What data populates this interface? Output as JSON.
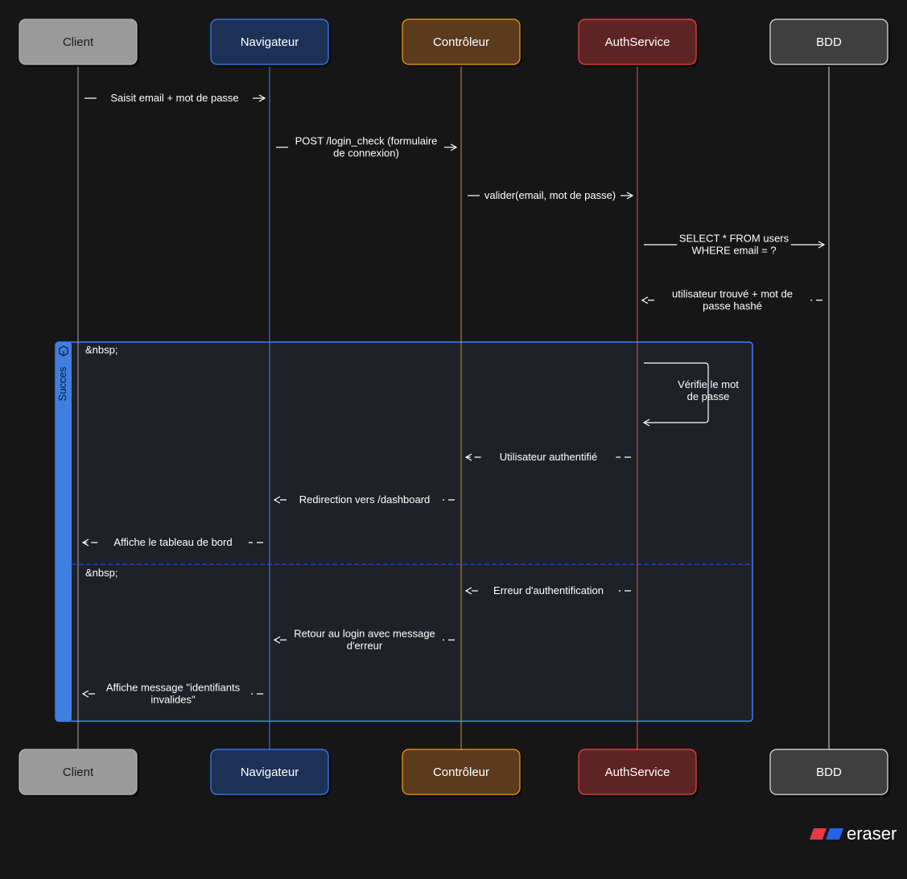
{
  "actors": [
    {
      "name": "Client",
      "fill": "#9a9a9a",
      "stroke": "#b4b4b4",
      "text": "#1d1d1d",
      "line": "#a8a8a8"
    },
    {
      "name": "Navigateur",
      "fill": "#1d3157",
      "stroke": "#3b82f6",
      "text": "#ffffff",
      "line": "#3b82f6"
    },
    {
      "name": "Contrôleur",
      "fill": "#5b3a1e",
      "stroke": "#f59e0b",
      "text": "#ffffff",
      "line": "#d6913a"
    },
    {
      "name": "AuthService",
      "fill": "#5e2423",
      "stroke": "#ef4444",
      "text": "#ffffff",
      "line": "#e25555"
    },
    {
      "name": "BDD",
      "fill": "#3f3f3f",
      "stroke": "#e5e5e5",
      "text": "#ffffff",
      "line": "#dddddd"
    }
  ],
  "messages": [
    {
      "from": 0,
      "to": 1,
      "style": "solid",
      "lines": [
        "Saisit email + mot de passe"
      ]
    },
    {
      "from": 1,
      "to": 2,
      "style": "solid",
      "lines": [
        "POST /login_check (formulaire",
        "de connexion)"
      ]
    },
    {
      "from": 2,
      "to": 3,
      "style": "solid",
      "lines": [
        "valider(email, mot de passe)"
      ]
    },
    {
      "from": 3,
      "to": 4,
      "style": "solid",
      "lines": [
        "SELECT * FROM users",
        "WHERE email = ?"
      ]
    },
    {
      "from": 4,
      "to": 3,
      "style": "dashed",
      "lines": [
        "utilisateur trouvé + mot de",
        "passe hashé"
      ]
    },
    {
      "from": 3,
      "to": 3,
      "style": "self",
      "lines": [
        "Vérifie le mot",
        "de passe"
      ]
    },
    {
      "from": 3,
      "to": 2,
      "style": "dashed",
      "lines": [
        "Utilisateur authentifié"
      ]
    },
    {
      "from": 2,
      "to": 1,
      "style": "dashed",
      "lines": [
        "Redirection vers /dashboard"
      ]
    },
    {
      "from": 1,
      "to": 0,
      "style": "dashed",
      "lines": [
        "Affiche le tableau de bord"
      ]
    },
    {
      "from": 3,
      "to": 2,
      "style": "dashed",
      "lines": [
        "Erreur d'authentification"
      ]
    },
    {
      "from": 2,
      "to": 1,
      "style": "dashed",
      "lines": [
        "Retour au login avec message",
        "d'erreur"
      ]
    },
    {
      "from": 1,
      "to": 0,
      "style": "dashed",
      "lines": [
        "Affiche message \"identifiants",
        "invalides\""
      ]
    }
  ],
  "frame": {
    "label": "Succes",
    "section_labels": [
      "&nbsp;",
      "&nbsp;"
    ],
    "border_color": "#3b82f6",
    "fill": "#1f2128",
    "tab_color": "#3f7fdf",
    "divider_color": "#1b3fe0"
  },
  "colors": {
    "background": "#161616",
    "arrow": "#ffffff"
  },
  "brand": {
    "name": "eraser",
    "colors": [
      "#e63946",
      "#2563eb"
    ]
  }
}
